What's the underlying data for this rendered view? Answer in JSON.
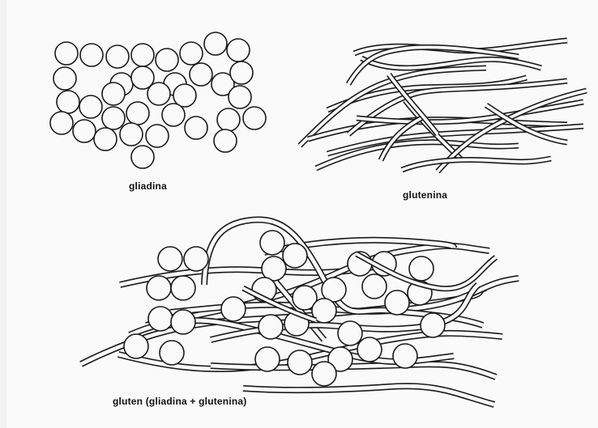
{
  "labels": {
    "gliadina": "gliadina",
    "glutenina": "glutenina",
    "gluten": "gluten (gliadina + glutenina)"
  },
  "colors": {
    "ink": "#1a1a1a",
    "fill": "#fafafa"
  }
}
